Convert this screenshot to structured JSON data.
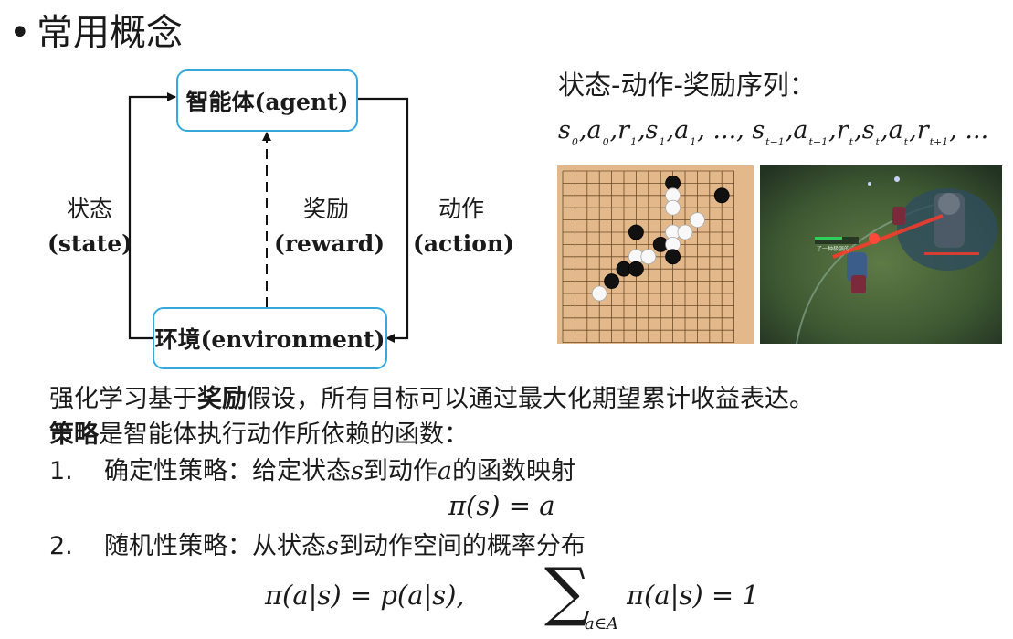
{
  "page": {
    "bullet": "•",
    "title": "常用概念"
  },
  "diagram": {
    "agent_box": "智能体(agent)",
    "environment_box": "环境(environment)",
    "state_cn": "状态",
    "state_en": "(state)",
    "reward_cn": "奖励",
    "reward_en": "(reward)",
    "action_cn": "动作",
    "action_en": "(action)"
  },
  "sequence": {
    "heading": "状态-动作-奖励序列：",
    "terms": [
      {
        "sym": "s",
        "sub": "0",
        "sep": ","
      },
      {
        "sym": "a",
        "sub": "0",
        "sep": ","
      },
      {
        "sym": "r",
        "sub": "1",
        "sep": ","
      },
      {
        "sym": "s",
        "sub": "1",
        "sep": ","
      },
      {
        "sym": "a",
        "sub": "1",
        "sep": ", ..., "
      },
      {
        "sym": "s",
        "sub": "t−1",
        "sep": ","
      },
      {
        "sym": "a",
        "sub": "t−1",
        "sep": ","
      },
      {
        "sym": "r",
        "sub": "t",
        "sep": ","
      },
      {
        "sym": "s",
        "sub": "t",
        "sep": ","
      },
      {
        "sym": "a",
        "sub": "t",
        "sep": ","
      },
      {
        "sym": "r",
        "sub": "t+1",
        "sep": ", ..."
      }
    ]
  },
  "images": {
    "go_board": "go-board-image",
    "game_screenshot": "moba-game-screenshot",
    "game_label": "了一种极强的"
  },
  "text": {
    "line1_pre": "强化学习基于",
    "line1_bold": "奖励",
    "line1_post": "假设，所有目标可以通过最大化期望累计收益表达。",
    "line2_bold": "策略",
    "line2_post": "是智能体执行动作所依赖的函数：",
    "item1_num": "1.",
    "item1_pre": "确定性策略：给定状态",
    "item1_s": "s",
    "item1_mid": "到动作",
    "item1_a": "a",
    "item1_post": "的函数映射",
    "item2_num": "2.",
    "item2_pre": "随机性策略：从状态",
    "item2_s": "s",
    "item2_post": "到动作空间的概率分布"
  },
  "formulas": {
    "deterministic": "π(s) = a",
    "stochastic": "π(a|s) = p(a|s),",
    "sum_symbol": "∑",
    "sum_sub": "a∈A",
    "sum_body": "π(a|s) = 1"
  },
  "colors": {
    "box_border": "#35a9db",
    "board_wood": "#e3b98b",
    "game_green": "#3f5a33"
  }
}
